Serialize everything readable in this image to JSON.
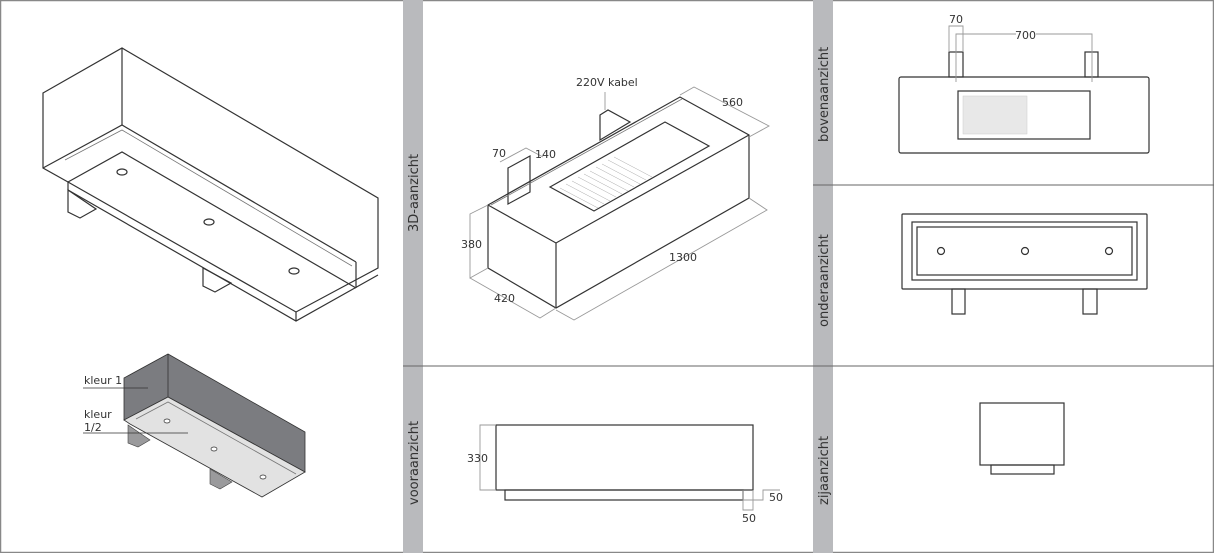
{
  "views": {
    "iso": "3D-aanzicht",
    "front": "vooraanzicht",
    "top": "bovenaanzicht",
    "bottom": "onderaanzicht",
    "side": "zijaanzicht"
  },
  "color_legend": {
    "color1": "kleur 1",
    "color2_line1": "kleur",
    "color2_line2": "1/2",
    "color1_hex": "#7b7c80",
    "color2_hex": "#e2e2e2"
  },
  "iso_dimensions": {
    "cable": "220V kabel",
    "depth_top": "560",
    "chimney_w": "70",
    "chimney_d": "140",
    "height": "380",
    "width": "420",
    "length": "1300"
  },
  "top_dimensions": {
    "chimney": "70",
    "spacing": "700"
  },
  "front_dimensions": {
    "height": "330",
    "base_h": "50",
    "base_inset": "50"
  }
}
